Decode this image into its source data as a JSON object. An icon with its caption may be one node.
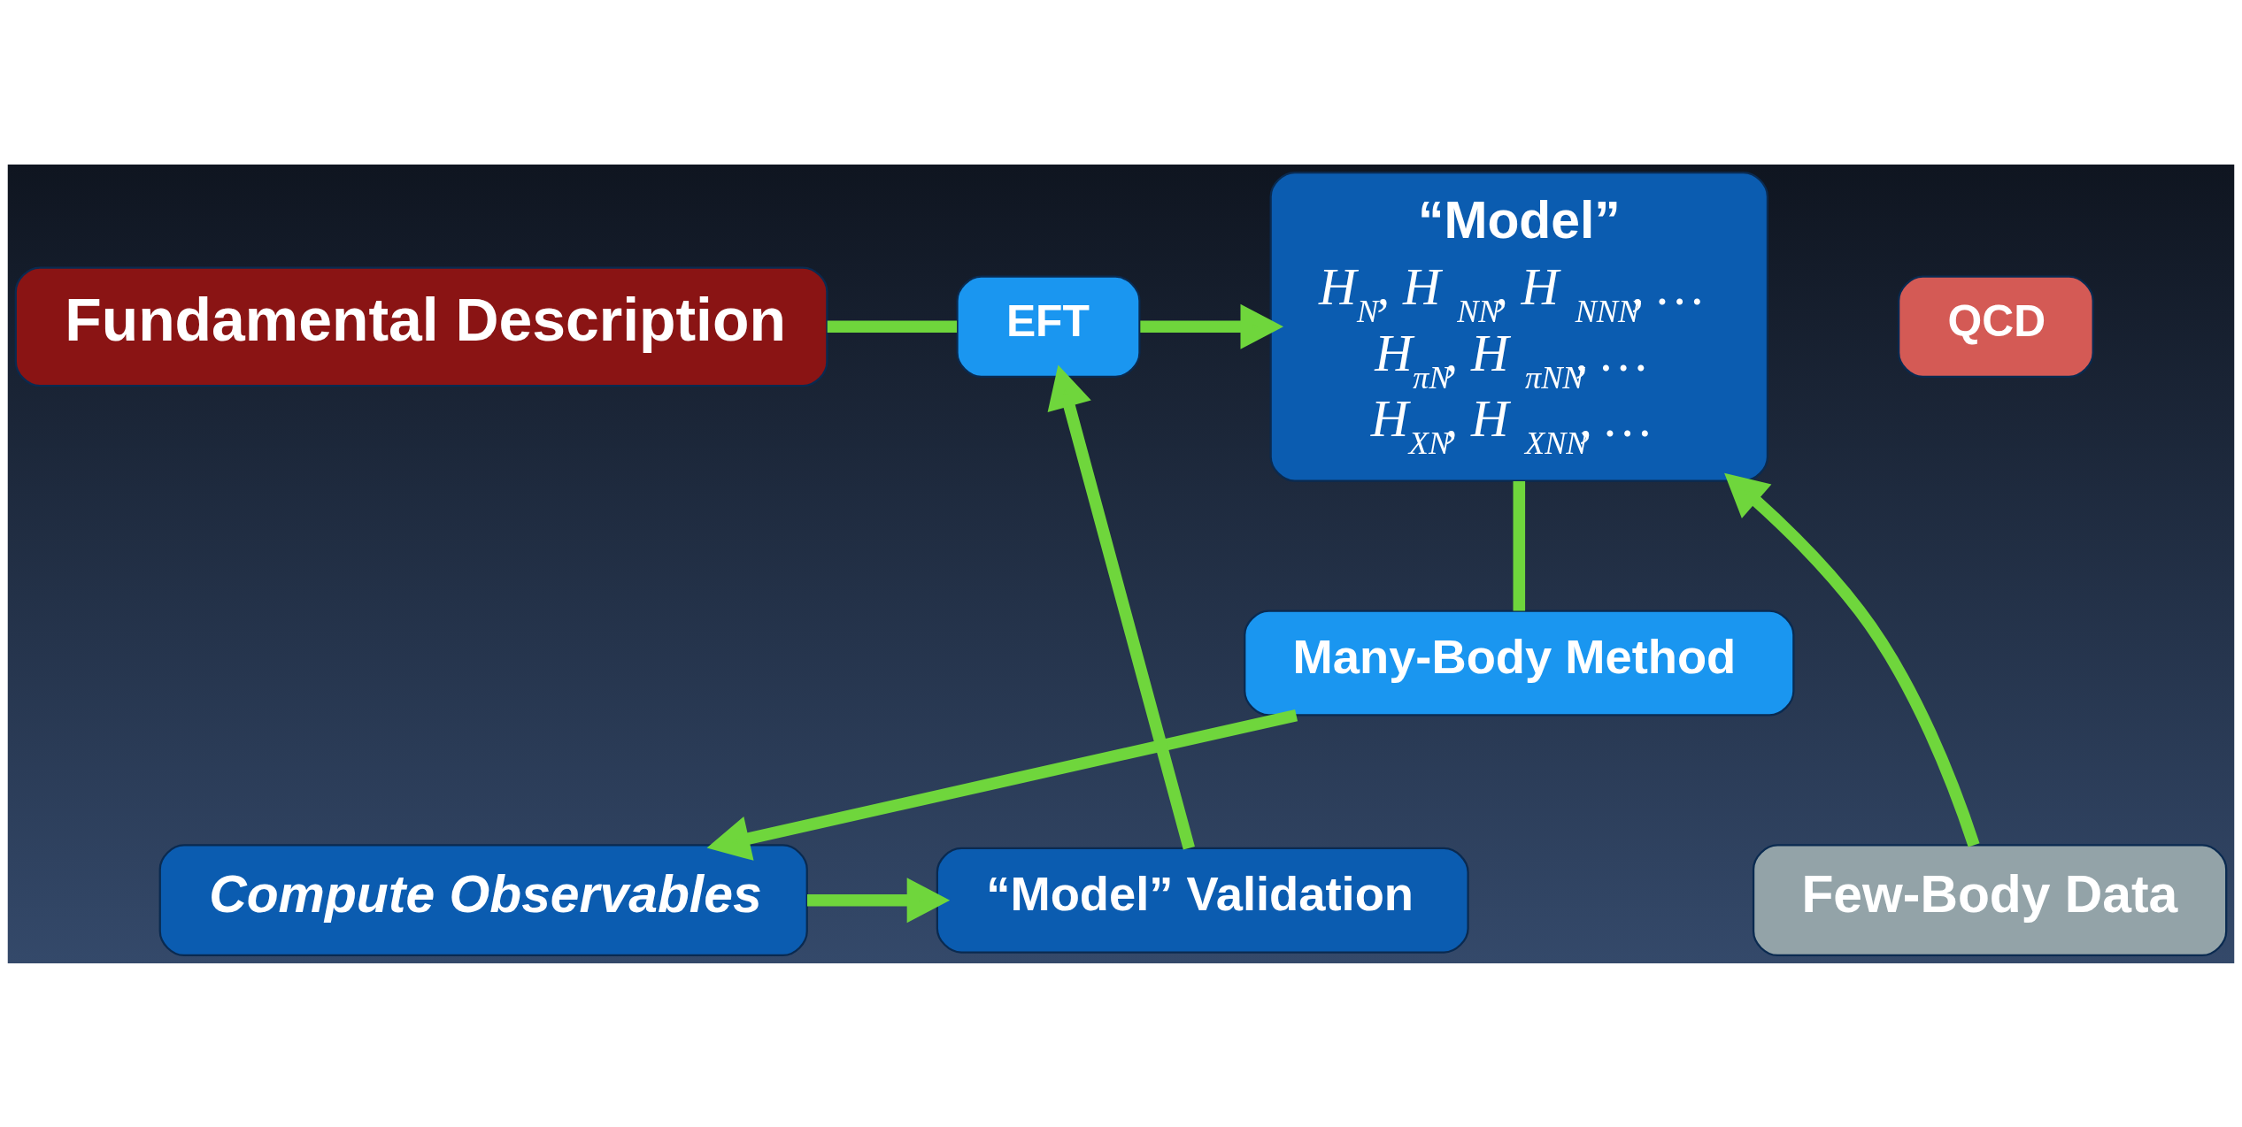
{
  "diagram": {
    "nodes": [
      {
        "text": [
          "Fundamental Description"
        ]
      },
      {
        "text": [
          "QCD"
        ]
      },
      {
        "text": [
          "EFT"
        ]
      },
      {
        "text": [
          "“Model”",
          "H$_{N}$, H$_{NN}$, H$_{NNN}$, …",
          "H$_{πN}$, H$_{πNN}$, …",
          "H$_{XN}$, H$_{XNN}$, …"
        ]
      },
      {
        "text": [
          "Many-Body Method"
        ]
      },
      {
        "text": [
          "Compute Observables"
        ]
      },
      {
        "text": [
          "“Model” Validation"
        ]
      },
      {
        "text": [
          "Few-Body Data"
        ]
      }
    ],
    "edges": [
      {
        "from": 0,
        "to": 2,
        "arrow": "none"
      },
      {
        "from": 2,
        "to": 3,
        "arrow": "to"
      },
      {
        "from": 3,
        "to": 4,
        "arrow": "none"
      },
      {
        "from": 4,
        "to": 5,
        "arrow": "to"
      },
      {
        "from": 5,
        "to": 6,
        "arrow": "to"
      },
      {
        "from": 6,
        "to": 2,
        "arrow": "to"
      },
      {
        "from": 7,
        "to": 3,
        "arrow": "to"
      }
    ]
  }
}
